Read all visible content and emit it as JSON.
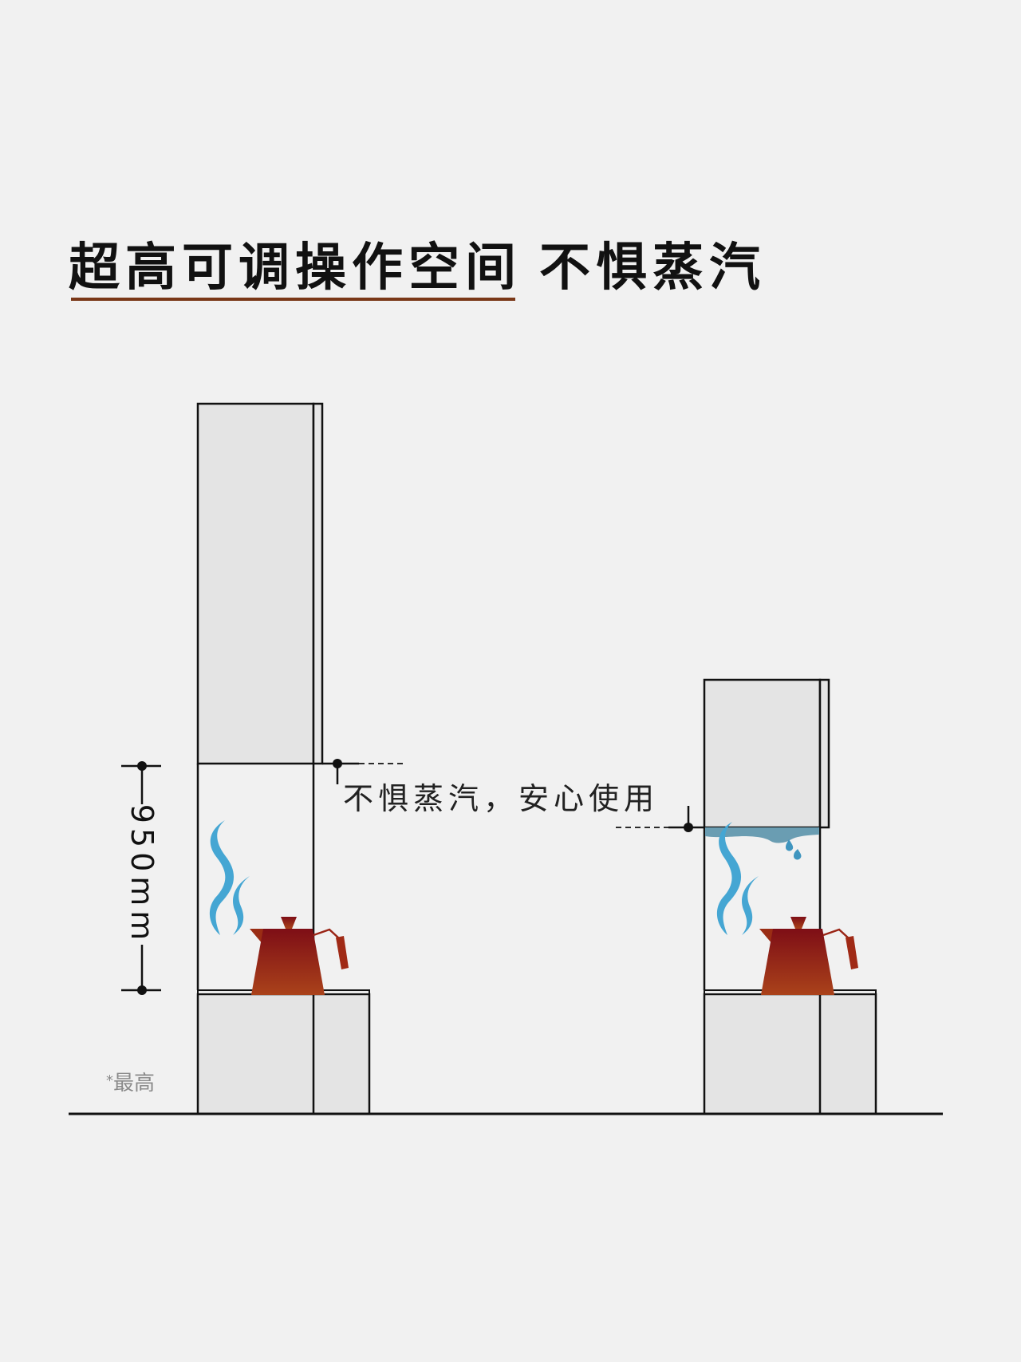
{
  "header": {
    "title_part1": "超高可调操作空间",
    "title_part2": "不惧蒸汽",
    "underline_color": "#7a3818"
  },
  "diagram": {
    "dimension_label": "950mm",
    "callout_text": "不惧蒸汽，安心使用",
    "footnote_star": "*",
    "footnote_text": "最高",
    "colors": {
      "background": "#f1f1f1",
      "cabinet_fill": "#e4e4e4",
      "outline": "#111111",
      "steam": "#45a6d3",
      "condensation": "#6a9db2",
      "kettle_top": "#7e0e16",
      "kettle_bottom": "#a8401a"
    },
    "left_scene": {
      "label": "high-mounted cabinet with 950mm clearance",
      "icons": [
        "steam-icon",
        "kettle-icon"
      ]
    },
    "right_scene": {
      "label": "low-mounted cabinet with condensation",
      "icons": [
        "steam-icon",
        "kettle-icon",
        "water-drop-icon"
      ]
    }
  }
}
